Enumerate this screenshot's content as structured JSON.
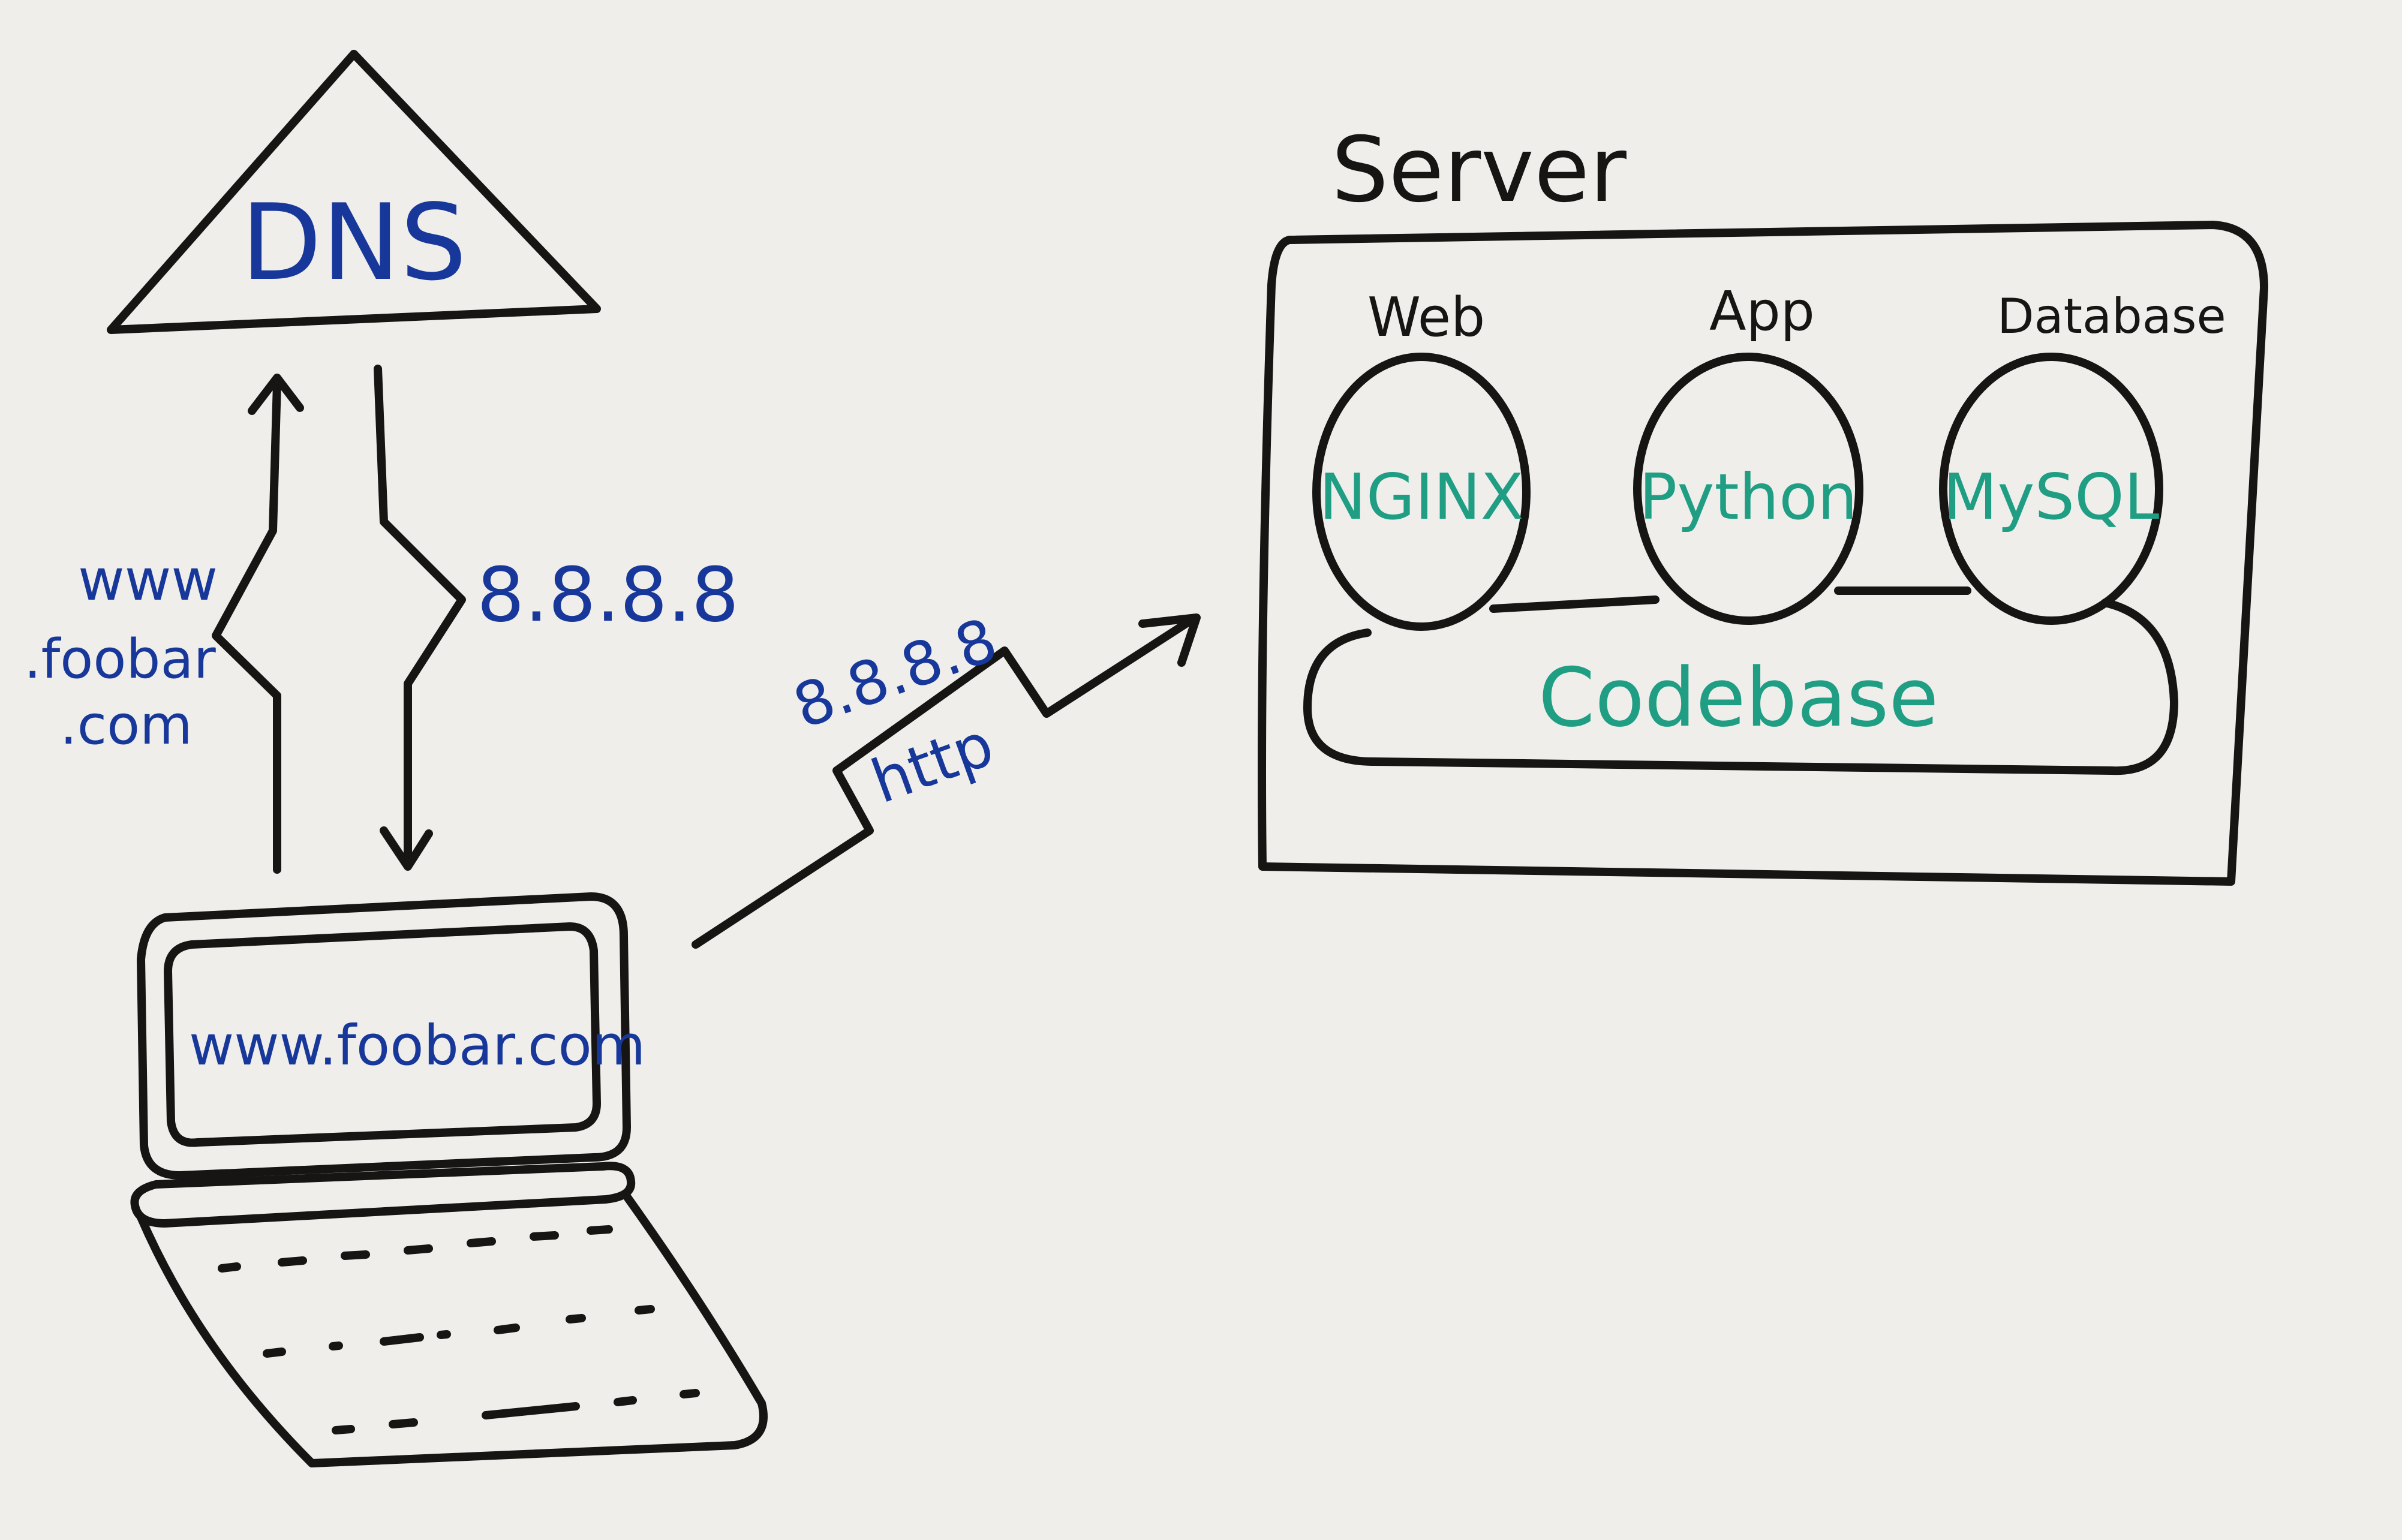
{
  "dns": {
    "label": "DNS"
  },
  "client": {
    "query_label_line1": "www",
    "query_label_line2": ".foobar",
    "query_label_line3": ".com",
    "response_label": "8.8.8.8",
    "browser_url": "www.foobar.com"
  },
  "request": {
    "ip_label": "8.8.8.8",
    "protocol_label": "http"
  },
  "server": {
    "title": "Server",
    "web_title": "Web",
    "web_label": "NGINX",
    "app_title": "App",
    "app_label": "Python",
    "db_title": "Database",
    "db_label": "MySQL",
    "codebase_label": "Codebase"
  },
  "colors": {
    "background": "#efeeea",
    "ink_black": "#161514",
    "ink_blue": "#17389a",
    "ink_teal": "#1f9e84"
  }
}
